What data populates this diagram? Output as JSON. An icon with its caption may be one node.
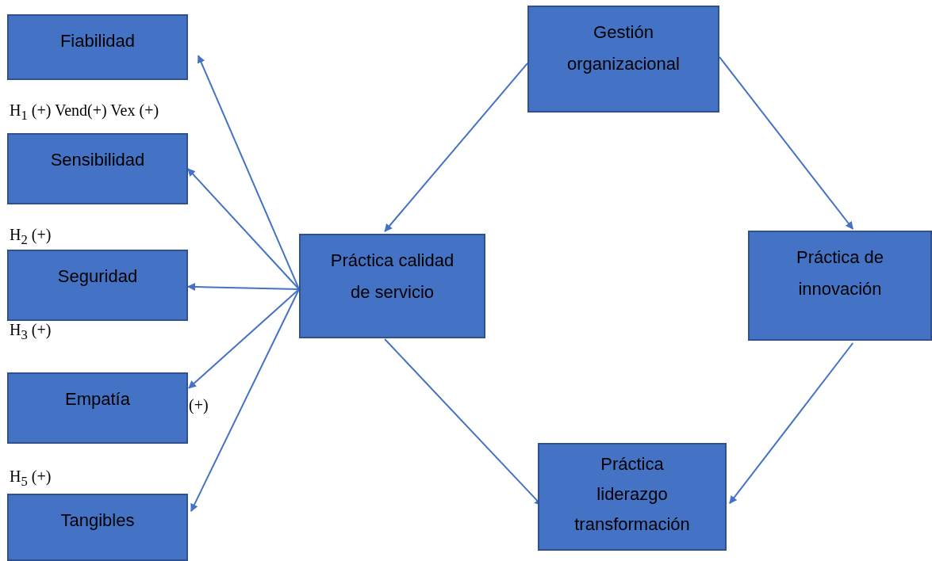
{
  "diagram": {
    "nodes": [
      {
        "text": [
          "Fiabilidad"
        ]
      },
      {
        "text": [
          "Sensibilidad"
        ]
      },
      {
        "text": [
          "Seguridad"
        ]
      },
      {
        "text": [
          "Empatía"
        ]
      },
      {
        "text": [
          "Tangibles"
        ]
      },
      {
        "text": [
          "Gestión organizacional"
        ]
      },
      {
        "text": [
          "Práctica calidad de servicio"
        ]
      },
      {
        "text": [
          "Práctica de innovación"
        ]
      },
      {
        "text": [
          "Práctica liderazgo transformación"
        ]
      }
    ],
    "edges": [
      {
        "from": 6,
        "to": 0,
        "arrow": "to"
      },
      {
        "from": 6,
        "to": 1,
        "arrow": "to"
      },
      {
        "from": 6,
        "to": 2,
        "arrow": "to"
      },
      {
        "from": 6,
        "to": 3,
        "arrow": "to"
      },
      {
        "from": 6,
        "to": 4,
        "arrow": "to"
      },
      {
        "from": 5,
        "to": 6,
        "arrow": "to"
      },
      {
        "from": 5,
        "to": 7,
        "arrow": "to"
      },
      {
        "from": 6,
        "to": 8,
        "arrow": "to"
      },
      {
        "from": 7,
        "to": 8,
        "arrow": "to"
      }
    ],
    "labels": [
      "H$_{1}$ (+) Vend(+) Vex (+)",
      "H$_{2}$ (+)",
      "H$_{3}$ (+)",
      "(+)",
      "H$_{5}$ (+)"
    ]
  }
}
